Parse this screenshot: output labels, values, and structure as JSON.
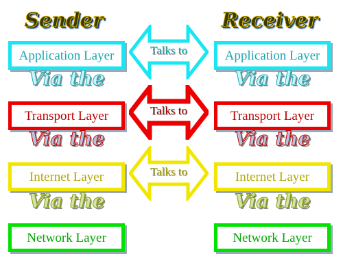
{
  "headers": {
    "sender": "Sender",
    "receiver": "Receiver"
  },
  "layers": [
    {
      "label": "Application Layer",
      "color": "#19e6f2",
      "text_color": "#1aa6b0"
    },
    {
      "label": "Transport Layer",
      "color": "#ee0000",
      "text_color": "#c00000"
    },
    {
      "label": "Internet Layer",
      "color": "#f2e600",
      "text_color": "#b3a800"
    },
    {
      "label": "Network Layer",
      "color": "#00e200",
      "text_color": "#00a800"
    }
  ],
  "connector_label": "Talks to",
  "via_label": "Via the"
}
